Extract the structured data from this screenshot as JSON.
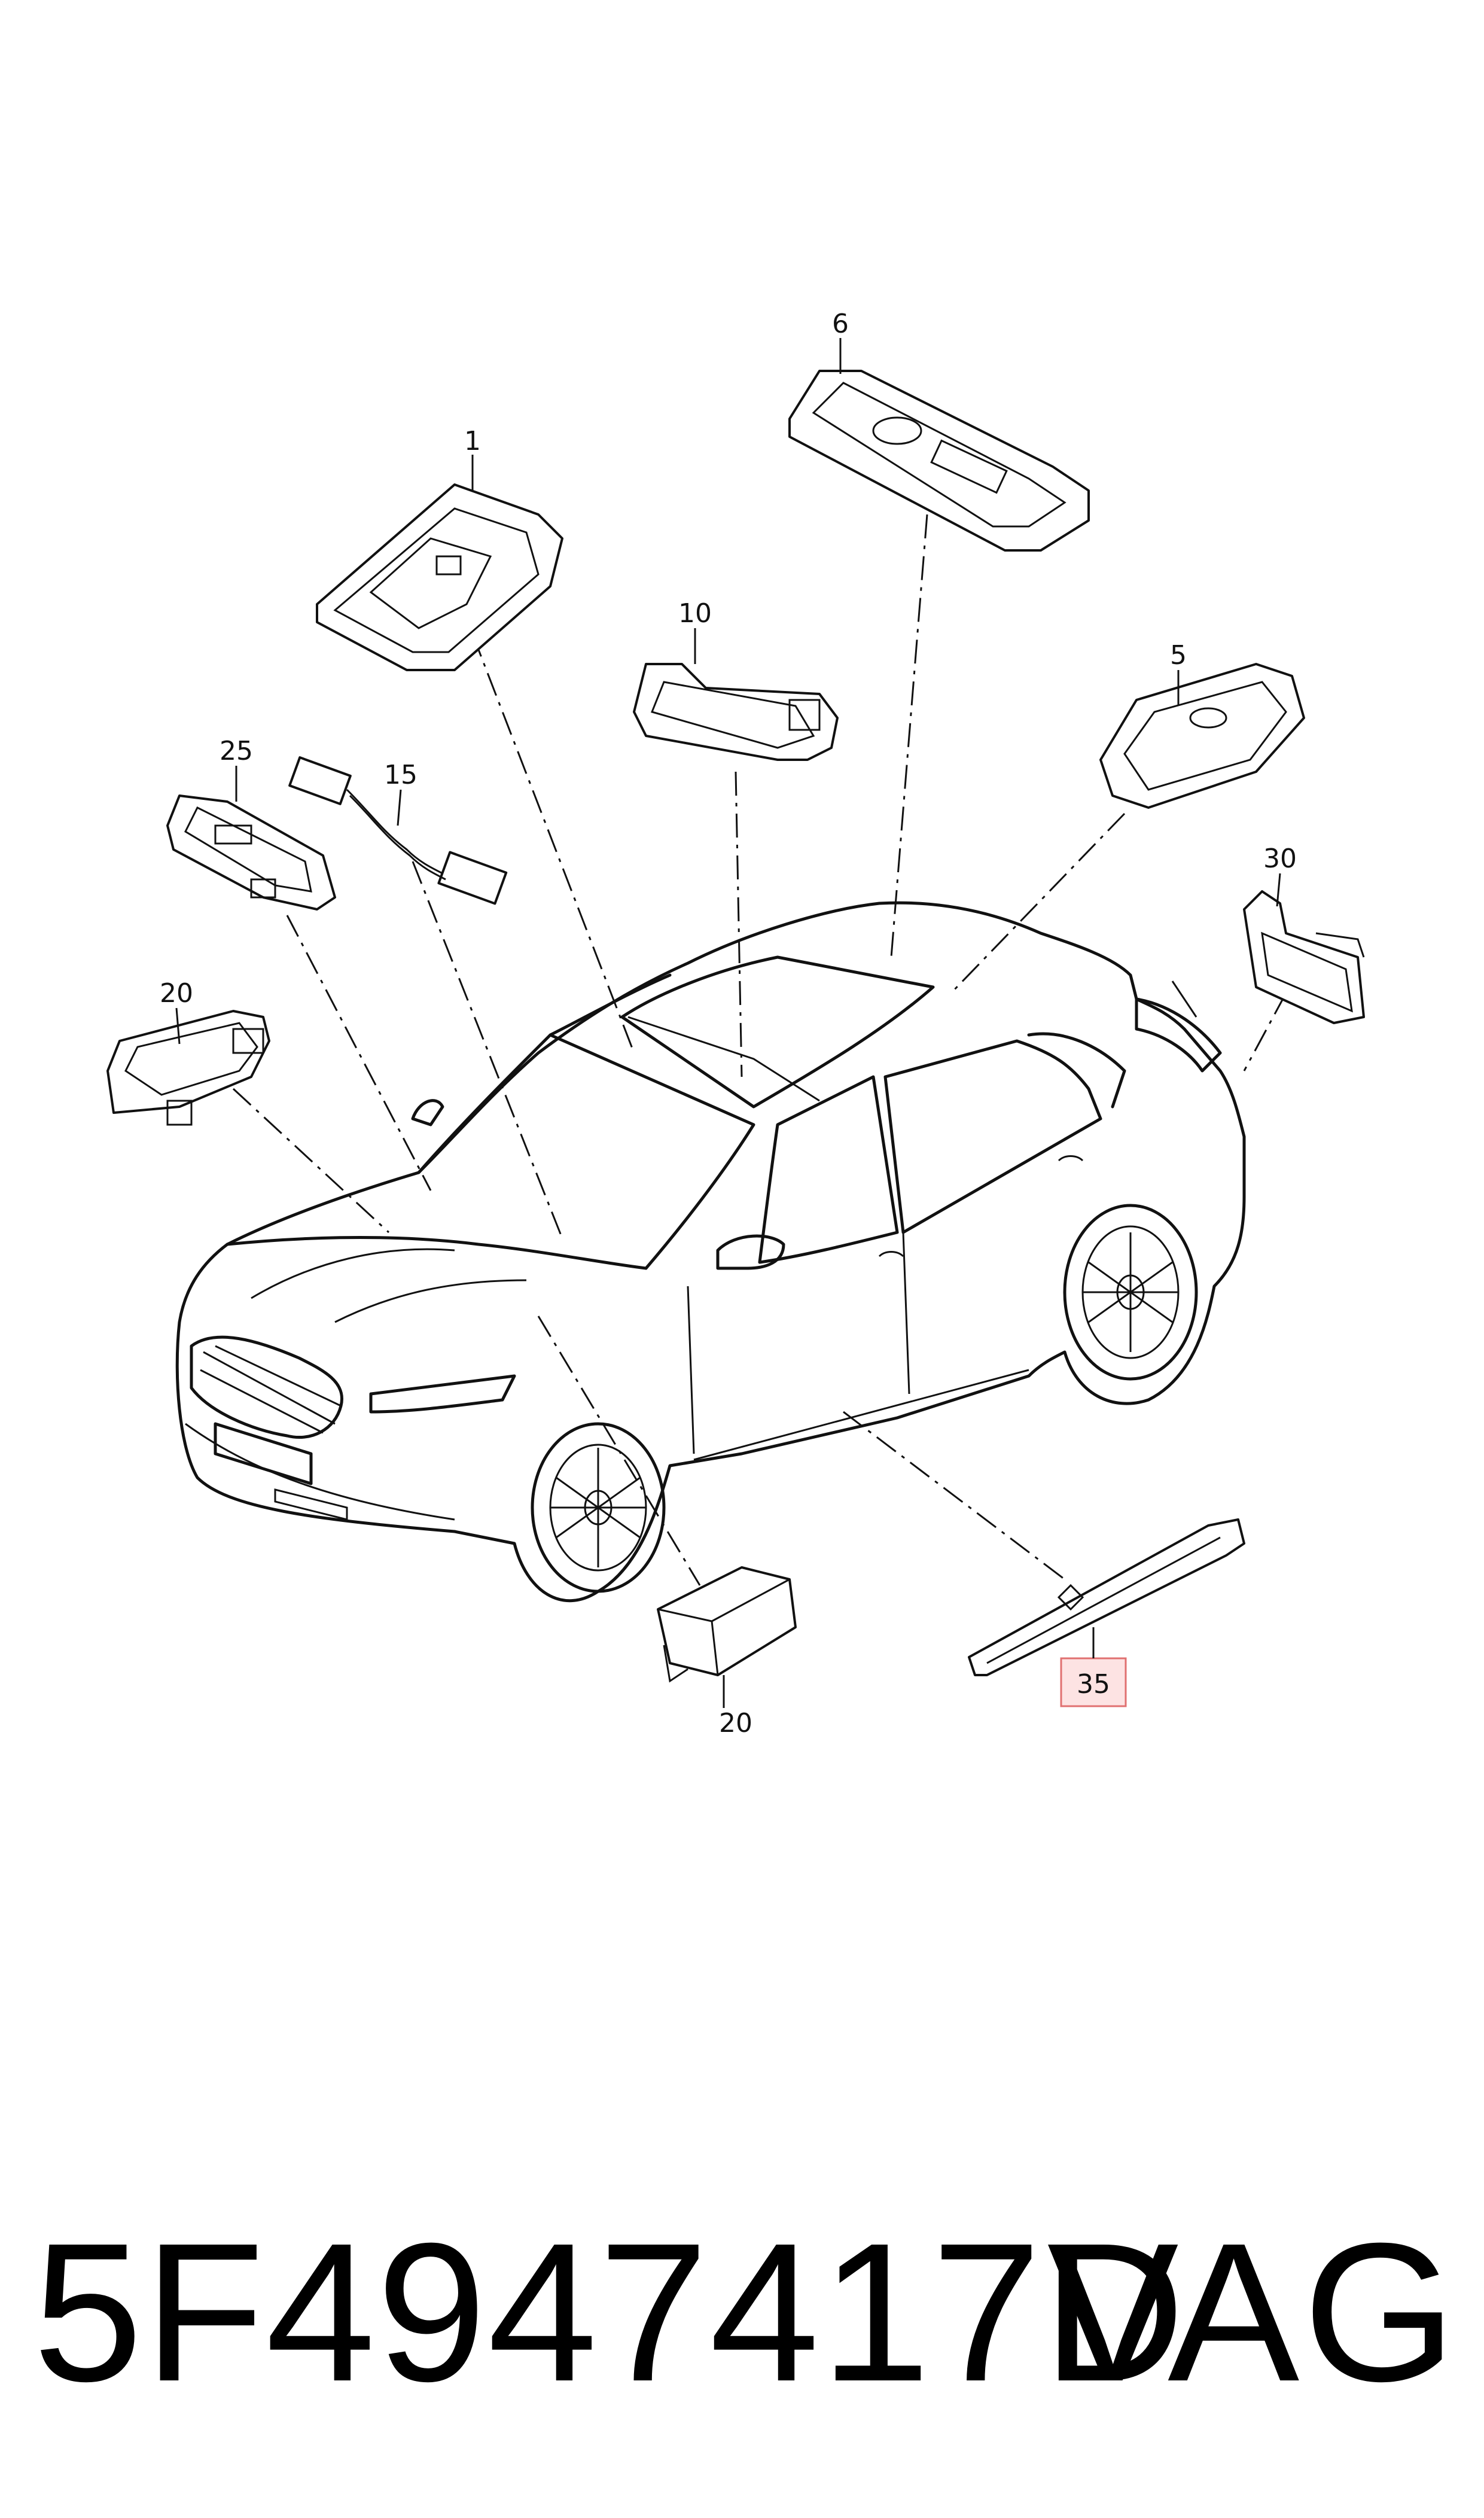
{
  "callouts": {
    "c1": "1",
    "c6": "6",
    "c10": "10",
    "c5": "5",
    "c25": "25",
    "c15": "15",
    "c30": "30",
    "c20a": "20",
    "c20b": "20",
    "c35": "35"
  },
  "highlight_color": "#e07070",
  "footer": {
    "part_number": "5F4947417D",
    "brand": "VAG"
  }
}
